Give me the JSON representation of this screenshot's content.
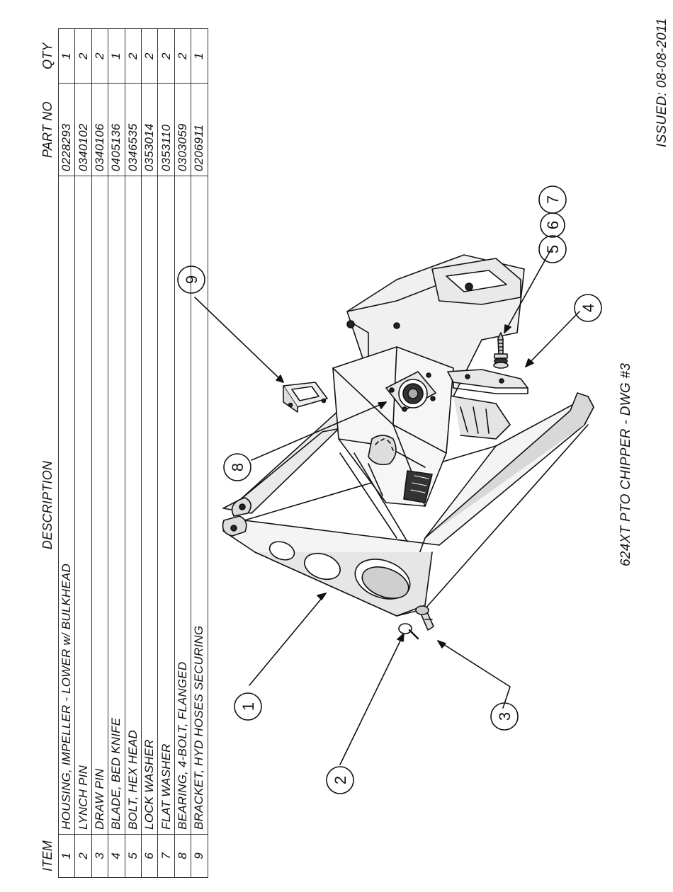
{
  "issued": "ISSUED: 08-08-2011",
  "title": "624XT PTO CHIPPER - DWG #3",
  "table": {
    "headers": {
      "item": "ITEM",
      "description": "DESCRIPTION",
      "part_no": "PART NO",
      "qty": "QTY"
    },
    "rows": [
      {
        "item": "1",
        "description": "HOUSING, IMPELLER - LOWER w/ BULKHEAD",
        "part_no": "0228293",
        "qty": "1"
      },
      {
        "item": "2",
        "description": "LYNCH PIN",
        "part_no": "0340102",
        "qty": "2"
      },
      {
        "item": "3",
        "description": "DRAW PIN",
        "part_no": "0340106",
        "qty": "2"
      },
      {
        "item": "4",
        "description": "BLADE, BED KNIFE",
        "part_no": "0405136",
        "qty": "1"
      },
      {
        "item": "5",
        "description": "BOLT, HEX HEAD",
        "part_no": "0346535",
        "qty": "2"
      },
      {
        "item": "6",
        "description": "LOCK WASHER",
        "part_no": "0353014",
        "qty": "2"
      },
      {
        "item": "7",
        "description": "FLAT WASHER",
        "part_no": "0353110",
        "qty": "2"
      },
      {
        "item": "8",
        "description": "BEARING, 4-BOLT, FLANGED",
        "part_no": "0303059",
        "qty": "2"
      },
      {
        "item": "9",
        "description": "BRACKET, HYD HOSES SECURING",
        "part_no": "0206911",
        "qty": "1"
      }
    ]
  },
  "callouts": [
    "1",
    "2",
    "3",
    "4",
    "5",
    "6",
    "7",
    "8",
    "9"
  ]
}
